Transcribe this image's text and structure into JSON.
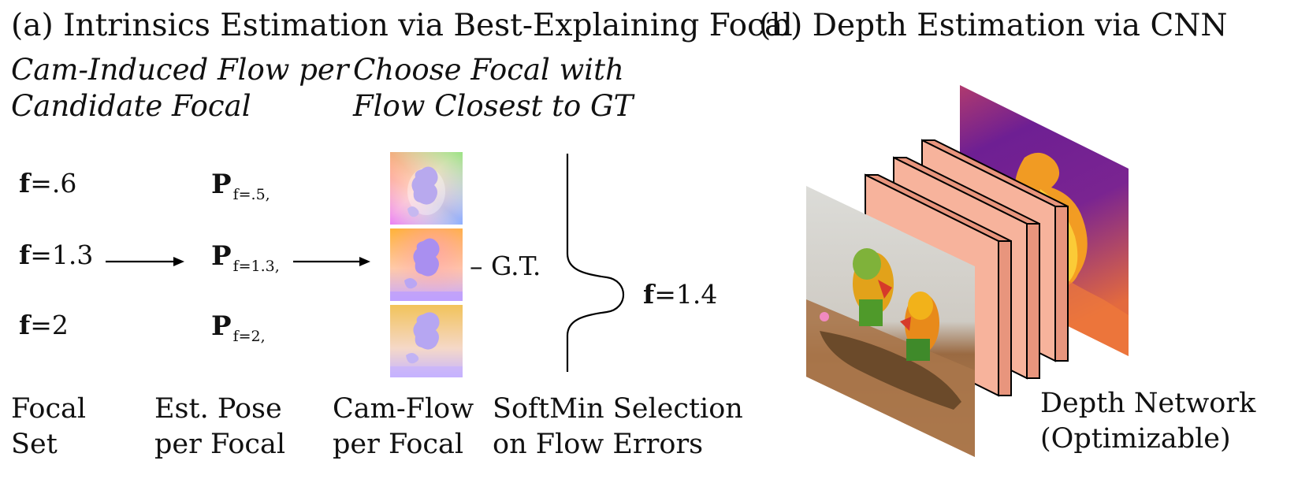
{
  "panel_a": {
    "title": "(a) Intrinsics Estimation via Best-Explaining Focal",
    "subtitle_left": [
      "Cam-Induced Flow per",
      "Candidate Focal"
    ],
    "subtitle_right": [
      "Choose Focal with",
      "Flow Closest to GT"
    ],
    "focals": [
      {
        "bold": "f",
        "text": "=.6"
      },
      {
        "bold": "f",
        "text": "=1.3"
      },
      {
        "bold": "f",
        "text": "=2"
      }
    ],
    "poses": [
      {
        "label": "P",
        "sub": "f=.5,"
      },
      {
        "label": "P",
        "sub": "f=1.3,"
      },
      {
        "label": "P",
        "sub": "f=2,"
      }
    ],
    "minus_gt": "– G.T.",
    "result": {
      "bold": "f",
      "text": "=1.4"
    },
    "captions": {
      "focal_set": [
        "Focal",
        "Set"
      ],
      "est_pose": [
        "Est. Pose",
        "per Focal"
      ],
      "cam_flow": [
        "Cam-Flow",
        "per Focal"
      ],
      "softmin": [
        "SoftMin Selection",
        "on Flow Errors"
      ]
    }
  },
  "panel_b": {
    "title": "(b) Depth Estimation via CNN",
    "caption": [
      "Depth Network",
      "(Optimizable)"
    ]
  },
  "colors": {
    "layer_front": "#f7b39c",
    "layer_side": "#e8957d",
    "layer_edge": "#000000"
  },
  "icons": [
    "arrow-right-icon",
    "curly-brace-icon"
  ]
}
